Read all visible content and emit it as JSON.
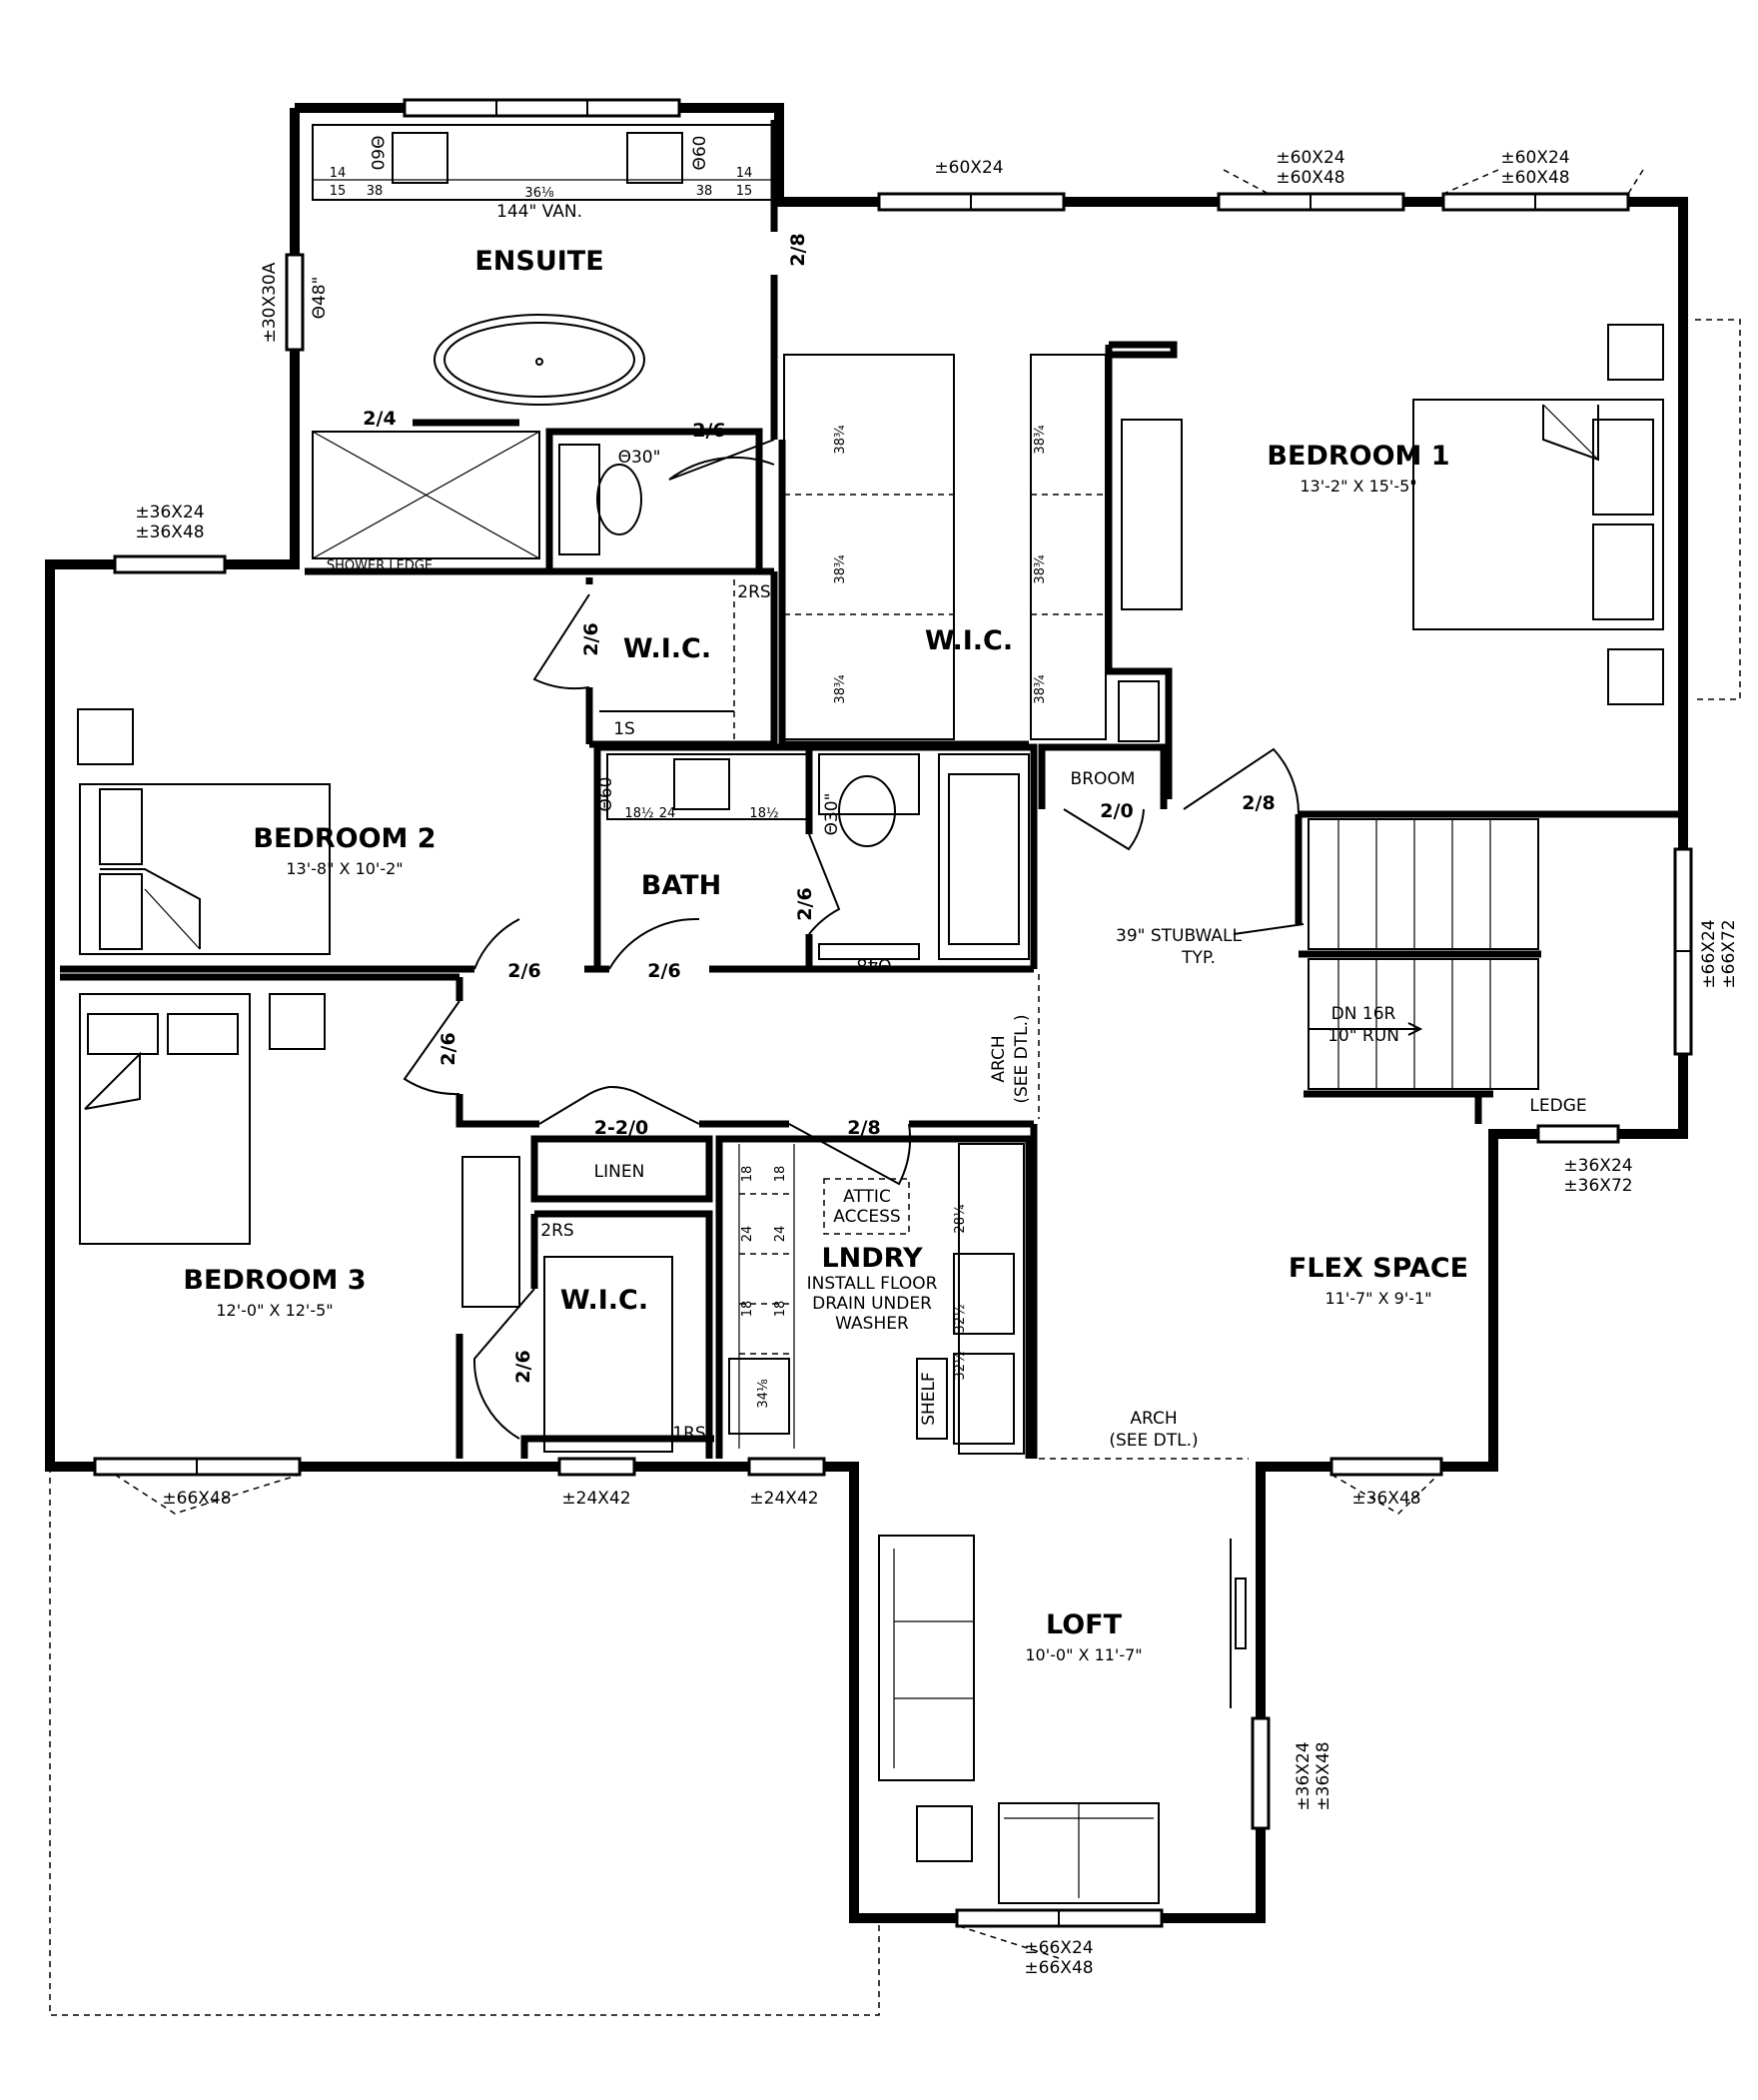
{
  "rooms": {
    "ensuite": {
      "name": "ENSUITE"
    },
    "bedroom1": {
      "name": "BEDROOM 1",
      "size": "13'-2\" X 15'-5\""
    },
    "bedroom2": {
      "name": "BEDROOM 2",
      "size": "13'-8\" X 10'-2\""
    },
    "bedroom3": {
      "name": "BEDROOM 3",
      "size": "12'-0\" X 12'-5\""
    },
    "wic_main": {
      "name": "W.I.C."
    },
    "wic_bed2": {
      "name": "W.I.C."
    },
    "wic_bed3": {
      "name": "W.I.C."
    },
    "bath": {
      "name": "BATH"
    },
    "laundry": {
      "name": "LNDRY",
      "note": [
        "INSTALL FLOOR",
        "DRAIN UNDER",
        "WASHER"
      ]
    },
    "flex": {
      "name": "FLEX SPACE",
      "size": "11'-7\" X 9'-1\""
    },
    "loft": {
      "name": "LOFT",
      "size": "10'-0\" X 11'-7\""
    }
  },
  "labels": {
    "vanity": "144\" VAN.",
    "vanity_center": "36⅛",
    "shower_ledge": "SHOWER LEDGE",
    "broom": "BROOM",
    "linen": "LINEN",
    "attic": [
      "ATTIC",
      "ACCESS"
    ],
    "shelf": "SHELF",
    "ledge": "LEDGE",
    "stubwall": [
      "39\" STUBWALL",
      "TYP."
    ],
    "stairs": [
      "DN 16R",
      "10\" RUN"
    ],
    "arch1": [
      "ARCH",
      "(SEE DTL.)"
    ],
    "arch2": [
      "ARCH",
      "(SEE DTL.)"
    ],
    "rs_2a": "2RS",
    "rs_1s": "1S",
    "rs_2b": "2RS",
    "rs_1": "1RS",
    "wic_shelves": [
      "38¾",
      "38¾",
      "38¾",
      "38¾",
      "38¾",
      "38¾"
    ],
    "laundry_dims": [
      "18",
      "24",
      "18",
      "18",
      "24",
      "18"
    ],
    "laundry_app": [
      "28¼",
      "32½",
      "32½"
    ],
    "laundry_sink": "34⅛",
    "bath_dims": [
      "18½",
      "24",
      "18½"
    ],
    "ensuite_dims": [
      "14",
      "15",
      "38",
      "38",
      "14",
      "15"
    ],
    "fixtures": {
      "e_060a": "Θ60",
      "e_060b": "Θ60",
      "e_048": "Θ48\"",
      "e_030": "Θ30\"",
      "b_030": "Θ30\"",
      "b_060": "Θ60",
      "b_048": "Θ48"
    }
  },
  "doors": {
    "d1": "2/8",
    "d2": "2/4",
    "d3": "2/6",
    "d4": "2/6",
    "d5": "2/0",
    "d6": "2/8",
    "d7": "2/6",
    "d8": "2/6",
    "d9": "2/6",
    "d10": "2/6",
    "d11": "2-2/0",
    "d12": "2/8",
    "d13": "2/6"
  },
  "windows": {
    "w_top_mid": "±60X24",
    "w_top_r1": [
      "±60X24",
      "±60X48"
    ],
    "w_top_r2": [
      "±60X24",
      "±60X48"
    ],
    "w_left_ens": "±30X30A",
    "w_bed2": [
      "±36X24",
      "±36X48"
    ],
    "w_right_stairs": [
      "±66X24",
      "±66X72"
    ],
    "w_ledge": [
      "±36X24",
      "±36X72"
    ],
    "w_bed3": "±66X48",
    "w_wic3": "±24X42",
    "w_lndry": "±24X42",
    "w_flex": "±36X48",
    "w_loft_right": [
      "±36X24",
      "±36X48"
    ],
    "w_loft_bottom": [
      "±66X24",
      "±66X48"
    ]
  }
}
